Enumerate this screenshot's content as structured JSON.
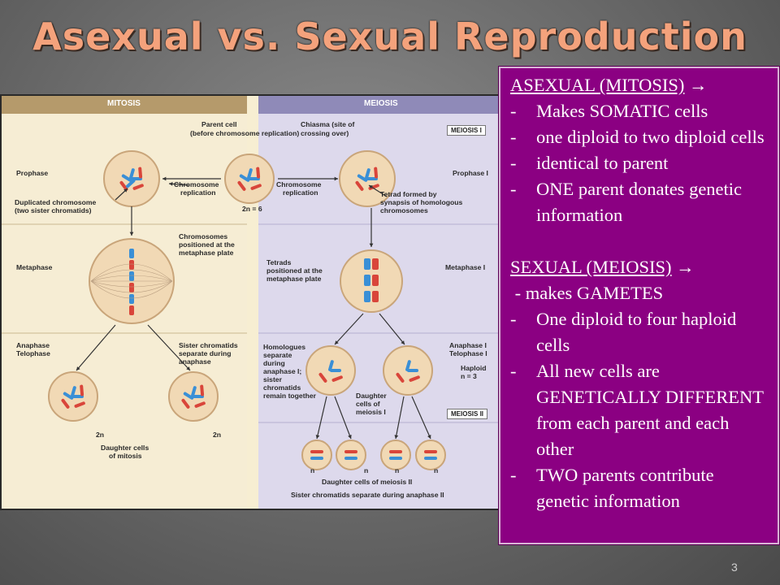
{
  "title": "Asexual vs. Sexual Reproduction",
  "slide_number": "3",
  "figure": {
    "mitosis_header": "MITOSIS",
    "meiosis_header": "MEIOSIS",
    "meiosis_i_tag": "MEIOSIS I",
    "meiosis_ii_tag": "MEIOSIS II",
    "parent_cell": "Parent cell",
    "parent_cell_note": "(before chromosome replication)",
    "chiasma": "Chiasma (site of",
    "chiasma_2": "crossing over)",
    "prophase": "Prophase",
    "prophase_i": "Prophase I",
    "chrom_repl_left_1": "Chromosome",
    "chrom_repl_left_2": "replication",
    "chrom_repl_right_1": "Chromosome",
    "chrom_repl_right_2": "replication",
    "two_n_6": "2n = 6",
    "duplicated_1": "Duplicated chromosome",
    "duplicated_2": "(two sister chromatids)",
    "tetrad_formed_1": "Tetrad formed by",
    "tetrad_formed_2": "synapsis of homologous",
    "tetrad_formed_3": "chromosomes",
    "metaphase": "Metaphase",
    "metaphase_i": "Metaphase I",
    "chrom_pos_1": "Chromosomes",
    "chrom_pos_2": "positioned at the",
    "chrom_pos_3": "metaphase plate",
    "tetrads_pos_1": "Tetrads",
    "tetrads_pos_2": "positioned at the",
    "tetrads_pos_3": "metaphase plate",
    "anaphase": "Anaphase",
    "telophase": "Telophase",
    "sister_sep_1": "Sister chromatids",
    "sister_sep_2": "separate during",
    "sister_sep_3": "anaphase",
    "homologues_1": "Homologues",
    "homologues_2": "separate",
    "homologues_3": "during",
    "homologues_4": "anaphase I;",
    "homologues_5": "sister",
    "homologues_6": "chromatids",
    "homologues_7": "remain together",
    "anaphase_i": "Anaphase I",
    "telophase_i": "Telophase I",
    "haploid": "Haploid",
    "n_3": "n = 3",
    "daughter_mei_1": "Daughter",
    "daughter_mei_2": "cells of",
    "daughter_mei_3": "meiosis I",
    "two_n_left": "2n",
    "two_n_right": "2n",
    "daughter_mit_1": "Daughter cells",
    "daughter_mit_2": "of mitosis",
    "n_labels": [
      "n",
      "n",
      "n",
      "n"
    ],
    "daughter_mei_ii": "Daughter cells of meiosis II",
    "sister_sep_mei_ii": "Sister chromatids separate during anaphase II"
  },
  "textbox": {
    "asexual_heading": "ASEXUAL (MITOSIS)",
    "asexual_arrow": " →",
    "asexual_items": [
      "Makes SOMATIC cells",
      "one diploid to two diploid cells",
      "identical to parent",
      "ONE parent donates genetic information"
    ],
    "sexual_heading": "SEXUAL (MEIOSIS)",
    "sexual_arrow": " →",
    "sexual_sub": " - makes GAMETES",
    "sexual_items": [
      "One diploid to four haploid cells",
      "All new cells are GENETICALLY DIFFERENT from each parent and each other",
      "TWO parents contribute genetic information"
    ]
  },
  "colors": {
    "title": "#f4a27c",
    "textbox_bg": "#8b0082",
    "chrom_red": "#d9453a",
    "chrom_blue": "#3a8fd6"
  }
}
